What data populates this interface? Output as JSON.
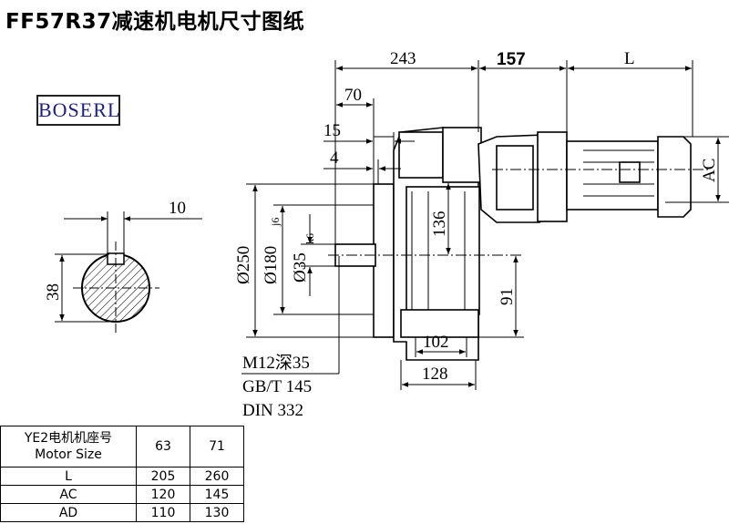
{
  "title": "FF57R37减速机电机尺寸图纸",
  "logo": "BOSERL",
  "drawing": {
    "dims": {
      "d243": "243",
      "d157": "157",
      "dL": "L",
      "d70": "70",
      "d15": "15",
      "d4": "4",
      "d10": "10",
      "d38": "38",
      "d250": "Ø250",
      "d180": "Ø180",
      "d180_tol": "j6",
      "d35": "Ø35",
      "d35_tol": "k6",
      "d136": "136",
      "d91": "91",
      "d102": "102",
      "d128": "128",
      "dAC": "AC"
    },
    "notes": [
      "M12深35",
      "GB/T 145",
      "DIN 332"
    ]
  },
  "table": {
    "header_line1": "YE2电机机座号",
    "header_line2": "Motor Size",
    "columns": [
      "63",
      "71"
    ],
    "rows": [
      {
        "label": "L",
        "values": [
          "205",
          "260"
        ]
      },
      {
        "label": "AC",
        "values": [
          "120",
          "145"
        ]
      },
      {
        "label": "AD",
        "values": [
          "110",
          "130"
        ]
      }
    ]
  }
}
